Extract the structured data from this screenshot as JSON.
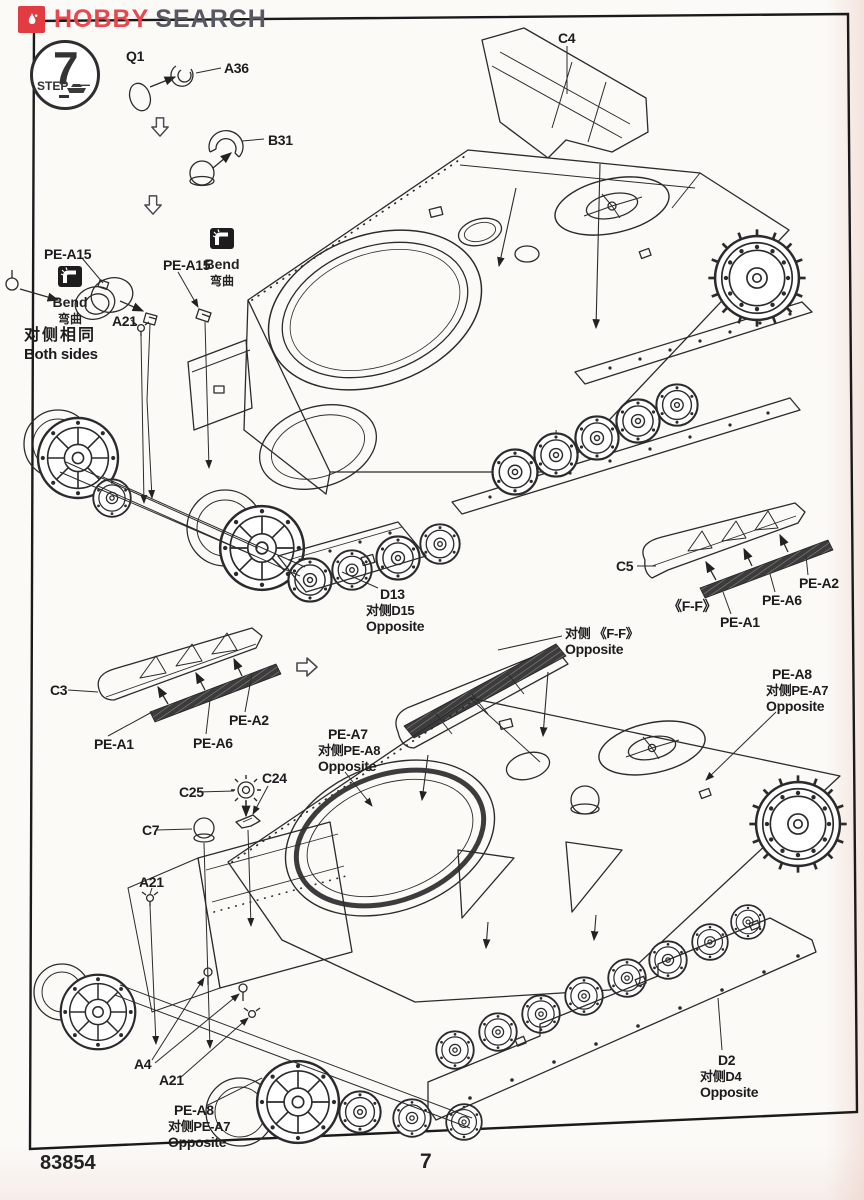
{
  "header": {
    "brand_primary": "HOBBY",
    "brand_secondary": "SEARCH"
  },
  "step": {
    "number": "7",
    "label": "STEP"
  },
  "parts": {
    "q1": "Q1",
    "a36": "A36",
    "b31": "B31",
    "pe_a15": "PE-A15",
    "a21": "A21",
    "a4": "A4",
    "c3": "C3",
    "c4": "C4",
    "c5": "C5",
    "c7": "C7",
    "c24": "C24",
    "c25": "C25",
    "d13": "D13",
    "d2": "D2",
    "pe_a1": "PE-A1",
    "pe_a2": "PE-A2",
    "pe_a6": "PE-A6",
    "pe_a7": "PE-A7",
    "pe_a8": "PE-A8"
  },
  "notes": {
    "bend_en": "Bend",
    "bend_cn": "弯曲",
    "both_sides_cn": "对侧相同",
    "both_sides_en": "Both sides",
    "opposite": "Opposite",
    "ff": "《F-F》",
    "ff_opposite_cn": "对侧 《F-F》",
    "opp_d15_cn": "对侧D15",
    "opp_d4_cn": "对侧D4",
    "opp_pe_a7_cn": "对侧PE-A7",
    "opp_pe_a8_cn": "对侧PE-A8"
  },
  "icons": {
    "brand": "flame-icon",
    "step": "tank-silhouette-icon",
    "bend": "bend-fold-icon",
    "assembly": "block-arrow-icon"
  },
  "colors": {
    "brand_red": "#e23b41",
    "line_art": "#2b2b2b",
    "pe_strip": "#3c3c3c"
  },
  "footer": {
    "product_code": "83854",
    "page_number": "7"
  }
}
